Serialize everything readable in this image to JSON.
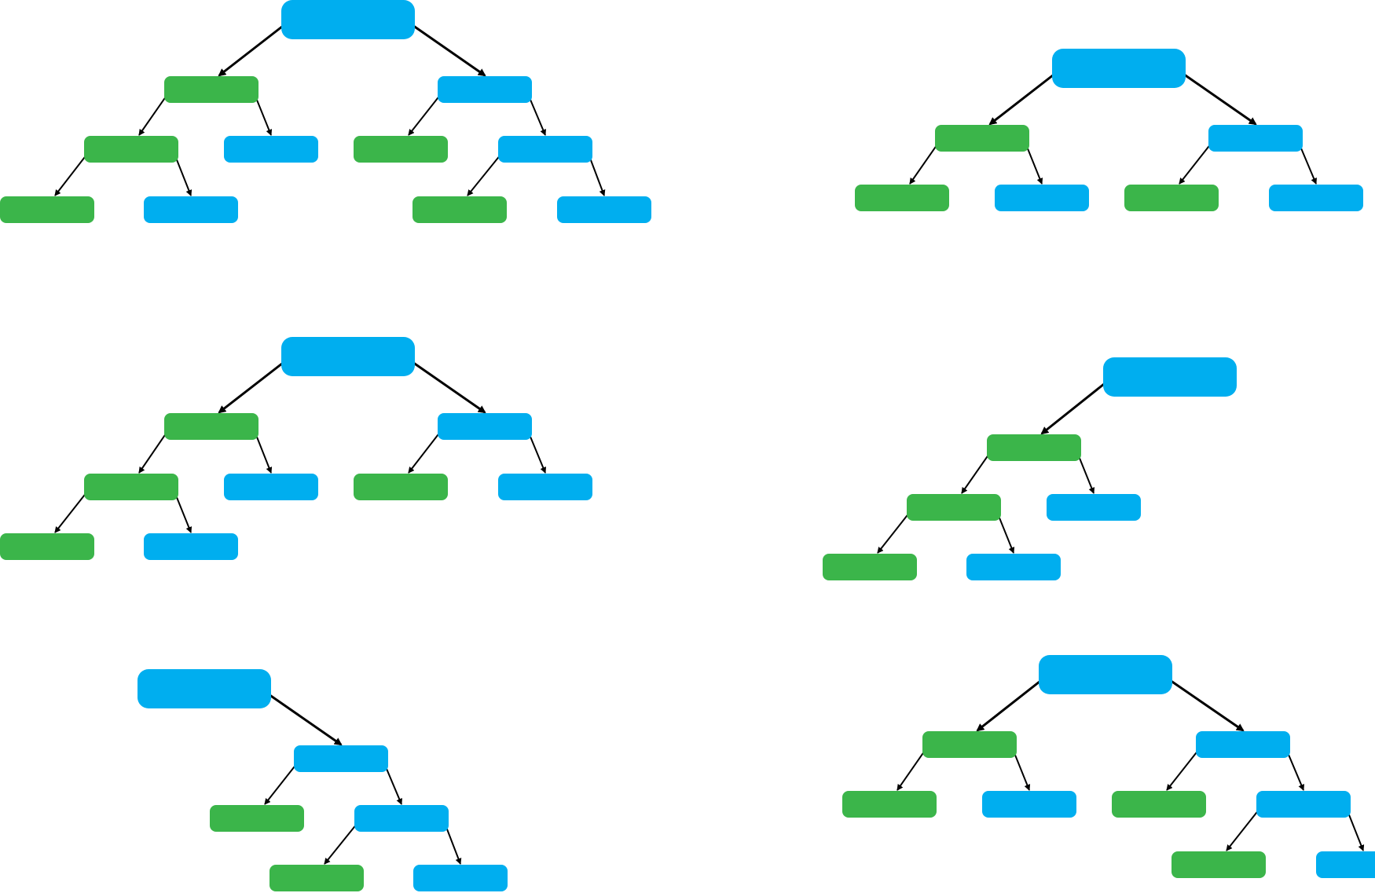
{
  "colors": {
    "blue": "#00AEEF",
    "green": "#3BB54A",
    "arrow": "#000000",
    "background": "#FFFFFF"
  },
  "diagrams": [
    {
      "id": "top-left",
      "nodes": [
        {
          "id": "r",
          "color": "blue",
          "level": 0
        },
        {
          "id": "a",
          "color": "green",
          "level": 1
        },
        {
          "id": "b",
          "color": "blue",
          "level": 1
        },
        {
          "id": "c",
          "color": "green",
          "level": 2
        },
        {
          "id": "d",
          "color": "blue",
          "level": 2
        },
        {
          "id": "e",
          "color": "green",
          "level": 2
        },
        {
          "id": "f",
          "color": "blue",
          "level": 2
        },
        {
          "id": "g",
          "color": "green",
          "level": 3
        },
        {
          "id": "h",
          "color": "blue",
          "level": 3
        },
        {
          "id": "i",
          "color": "green",
          "level": 3
        },
        {
          "id": "j",
          "color": "blue",
          "level": 3
        }
      ],
      "edges": [
        [
          "r",
          "a"
        ],
        [
          "r",
          "b"
        ],
        [
          "a",
          "c"
        ],
        [
          "a",
          "d"
        ],
        [
          "b",
          "e"
        ],
        [
          "b",
          "f"
        ],
        [
          "c",
          "g"
        ],
        [
          "c",
          "h"
        ],
        [
          "f",
          "i"
        ],
        [
          "f",
          "j"
        ]
      ]
    },
    {
      "id": "top-right",
      "nodes": [
        {
          "id": "r",
          "color": "blue",
          "level": 0
        },
        {
          "id": "a",
          "color": "green",
          "level": 1
        },
        {
          "id": "b",
          "color": "blue",
          "level": 1
        },
        {
          "id": "c",
          "color": "green",
          "level": 2
        },
        {
          "id": "d",
          "color": "blue",
          "level": 2
        },
        {
          "id": "e",
          "color": "green",
          "level": 2
        },
        {
          "id": "f",
          "color": "blue",
          "level": 2
        }
      ],
      "edges": [
        [
          "r",
          "a"
        ],
        [
          "r",
          "b"
        ],
        [
          "a",
          "c"
        ],
        [
          "a",
          "d"
        ],
        [
          "b",
          "e"
        ],
        [
          "b",
          "f"
        ]
      ]
    },
    {
      "id": "middle-left",
      "nodes": [
        {
          "id": "r",
          "color": "blue",
          "level": 0
        },
        {
          "id": "a",
          "color": "green",
          "level": 1
        },
        {
          "id": "b",
          "color": "blue",
          "level": 1
        },
        {
          "id": "c",
          "color": "green",
          "level": 2
        },
        {
          "id": "d",
          "color": "blue",
          "level": 2
        },
        {
          "id": "e",
          "color": "green",
          "level": 2
        },
        {
          "id": "f",
          "color": "blue",
          "level": 2
        },
        {
          "id": "g",
          "color": "green",
          "level": 3
        },
        {
          "id": "h",
          "color": "blue",
          "level": 3
        }
      ],
      "edges": [
        [
          "r",
          "a"
        ],
        [
          "r",
          "b"
        ],
        [
          "a",
          "c"
        ],
        [
          "a",
          "d"
        ],
        [
          "b",
          "e"
        ],
        [
          "b",
          "f"
        ],
        [
          "c",
          "g"
        ],
        [
          "c",
          "h"
        ]
      ]
    },
    {
      "id": "middle-right",
      "nodes": [
        {
          "id": "r",
          "color": "blue",
          "level": 0
        },
        {
          "id": "a",
          "color": "green",
          "level": 1
        },
        {
          "id": "c",
          "color": "green",
          "level": 2
        },
        {
          "id": "d",
          "color": "blue",
          "level": 2
        },
        {
          "id": "g",
          "color": "green",
          "level": 3
        },
        {
          "id": "h",
          "color": "blue",
          "level": 3
        }
      ],
      "edges": [
        [
          "r",
          "a"
        ],
        [
          "a",
          "c"
        ],
        [
          "a",
          "d"
        ],
        [
          "c",
          "g"
        ],
        [
          "c",
          "h"
        ]
      ]
    },
    {
      "id": "bottom-left",
      "nodes": [
        {
          "id": "r",
          "color": "blue",
          "level": 0
        },
        {
          "id": "b",
          "color": "blue",
          "level": 1
        },
        {
          "id": "e",
          "color": "green",
          "level": 2
        },
        {
          "id": "f",
          "color": "blue",
          "level": 2
        },
        {
          "id": "i",
          "color": "green",
          "level": 3
        },
        {
          "id": "j",
          "color": "blue",
          "level": 3
        }
      ],
      "edges": [
        [
          "r",
          "b"
        ],
        [
          "b",
          "e"
        ],
        [
          "b",
          "f"
        ],
        [
          "f",
          "i"
        ],
        [
          "f",
          "j"
        ]
      ]
    },
    {
      "id": "bottom-right",
      "nodes": [
        {
          "id": "r",
          "color": "blue",
          "level": 0
        },
        {
          "id": "a",
          "color": "green",
          "level": 1
        },
        {
          "id": "b",
          "color": "blue",
          "level": 1
        },
        {
          "id": "c",
          "color": "green",
          "level": 2
        },
        {
          "id": "d",
          "color": "blue",
          "level": 2
        },
        {
          "id": "e",
          "color": "green",
          "level": 2
        },
        {
          "id": "f",
          "color": "blue",
          "level": 2
        },
        {
          "id": "i",
          "color": "green",
          "level": 3
        },
        {
          "id": "j",
          "color": "blue",
          "level": 3
        }
      ],
      "edges": [
        [
          "r",
          "a"
        ],
        [
          "r",
          "b"
        ],
        [
          "a",
          "c"
        ],
        [
          "a",
          "d"
        ],
        [
          "b",
          "e"
        ],
        [
          "b",
          "f"
        ],
        [
          "f",
          "i"
        ],
        [
          "f",
          "j"
        ]
      ]
    }
  ]
}
